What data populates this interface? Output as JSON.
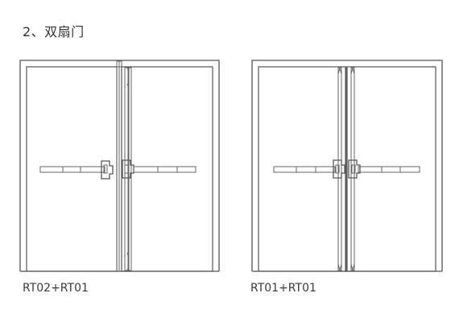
{
  "title": "2、双扇门",
  "doors": [
    {
      "caption": "RT02+RT01"
    },
    {
      "caption": "RT01+RT01"
    }
  ],
  "colors": {
    "line": "#555555",
    "background": "#ffffff"
  }
}
